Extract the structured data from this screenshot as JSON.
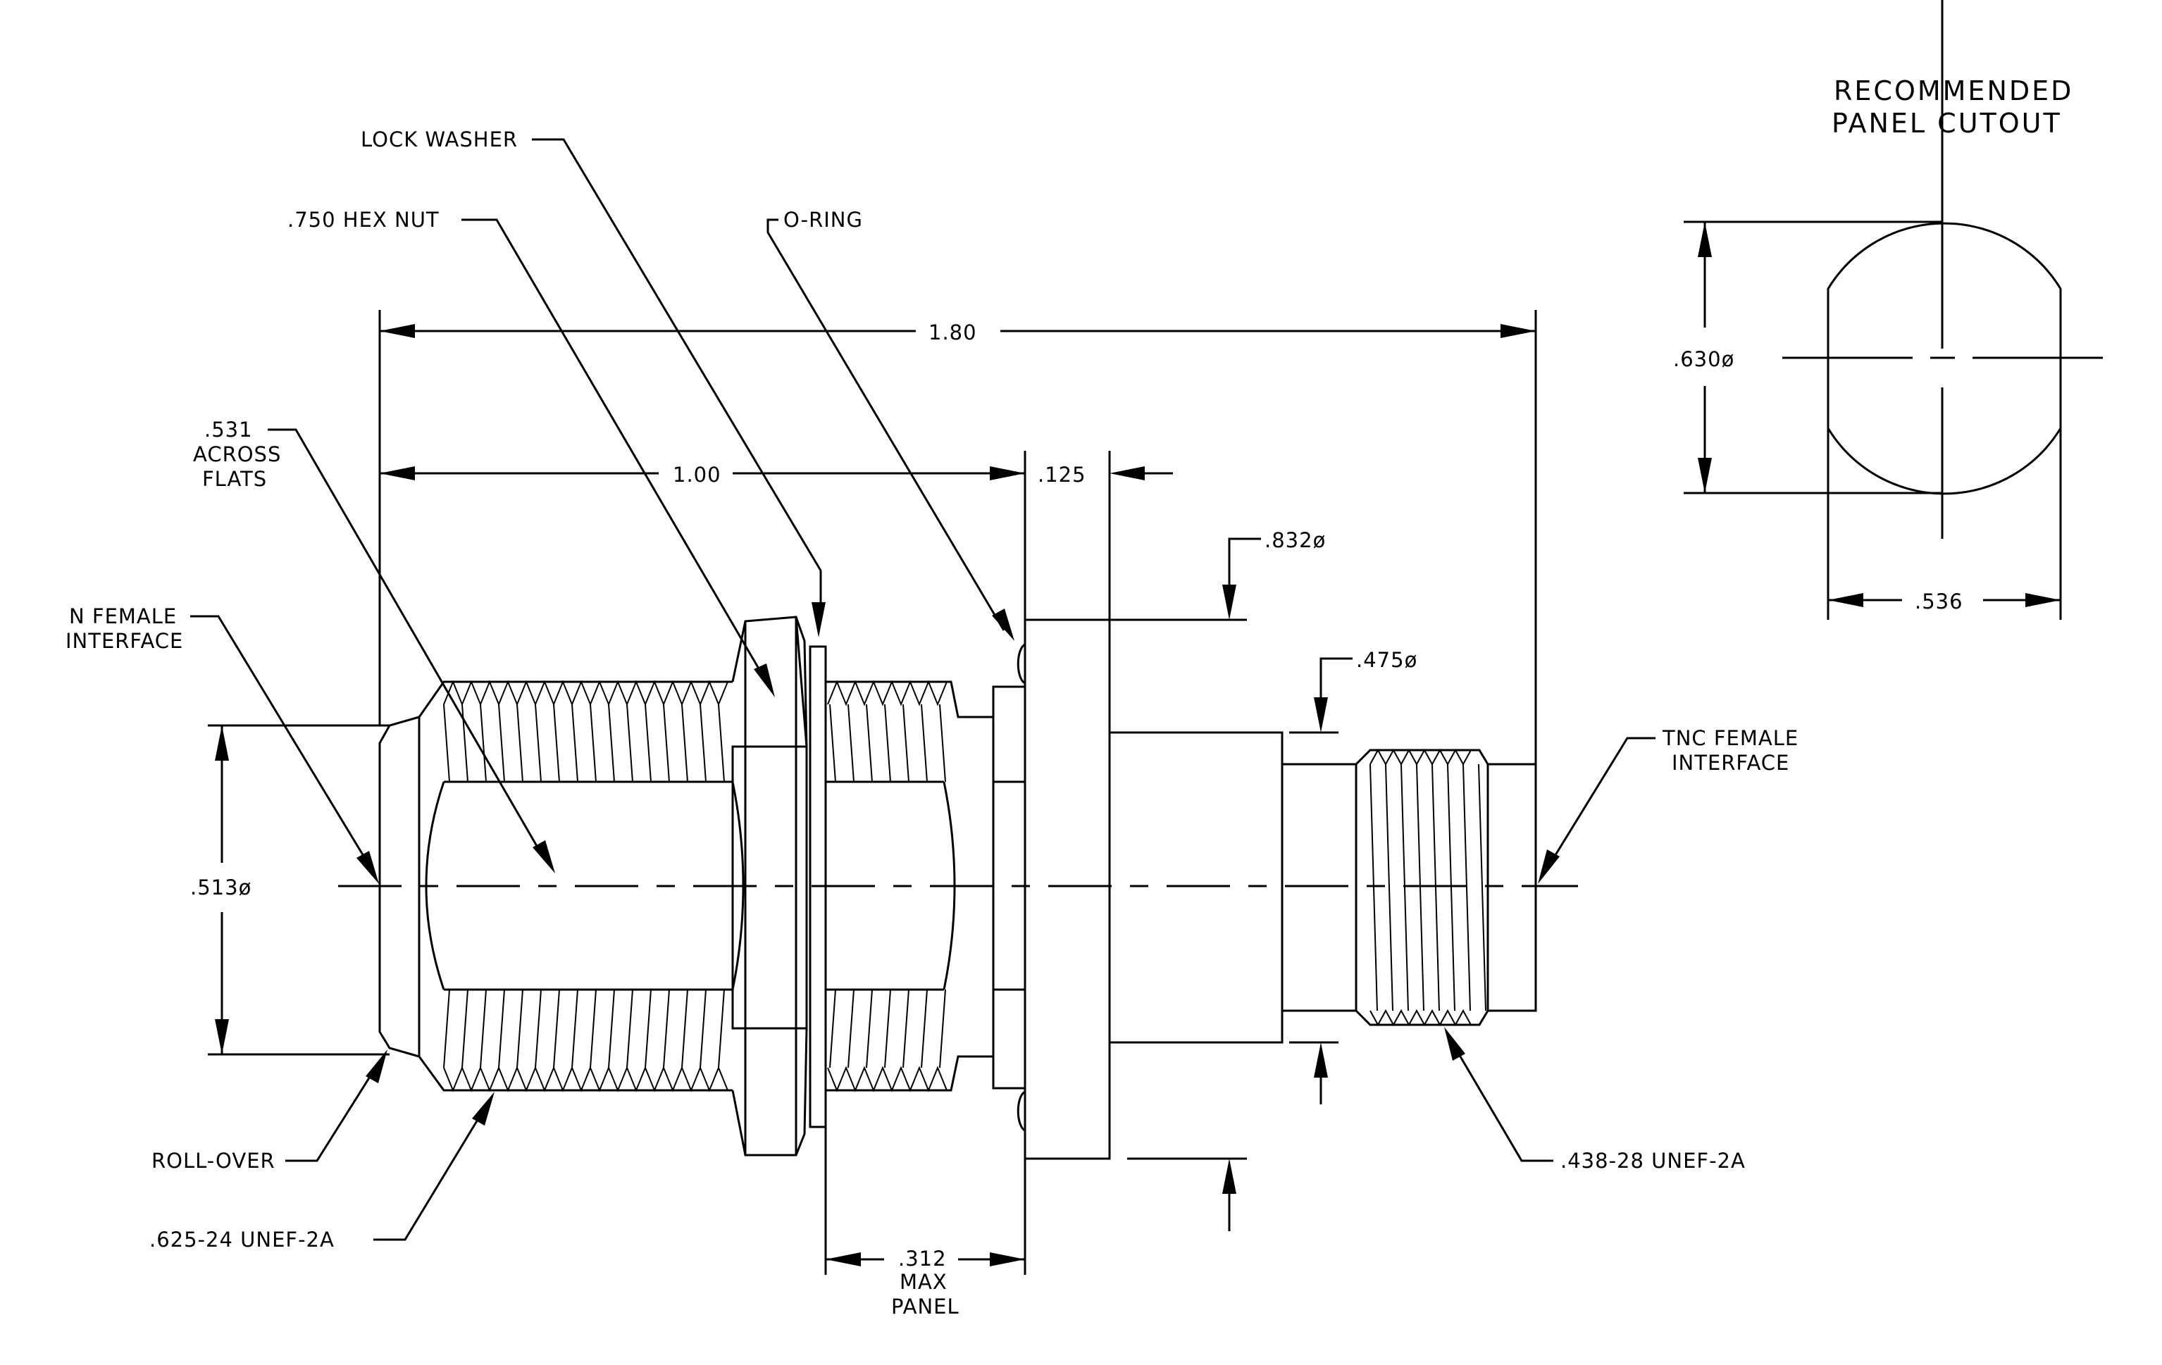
{
  "labels": {
    "recommended": "RECOMMENDED",
    "panel_cutout": "PANEL CUTOUT",
    "lock_washer": "LOCK WASHER",
    "hex_nut": ".750 HEX NUT",
    "o_ring": "O-RING",
    "overall_length": "1.80",
    "across_flats_1": ".531",
    "across_flats_2": "ACROSS",
    "across_flats_3": "FLATS",
    "dim_100": "1.00",
    "dim_125": ".125",
    "dim_832": ".832ø",
    "dim_475": ".475ø",
    "n_female_1": "N FEMALE",
    "n_female_2": "INTERFACE",
    "tnc_female_1": "TNC FEMALE",
    "tnc_female_2": "INTERFACE",
    "dim_513": ".513ø",
    "roll_over": "ROLL-OVER",
    "thread_625": ".625-24 UNEF-2A",
    "thread_438": ".438-28 UNEF-2A",
    "dim_312": ".312",
    "max": "MAX",
    "panel": "PANEL",
    "dim_630": ".630ø",
    "dim_536": ".536"
  }
}
